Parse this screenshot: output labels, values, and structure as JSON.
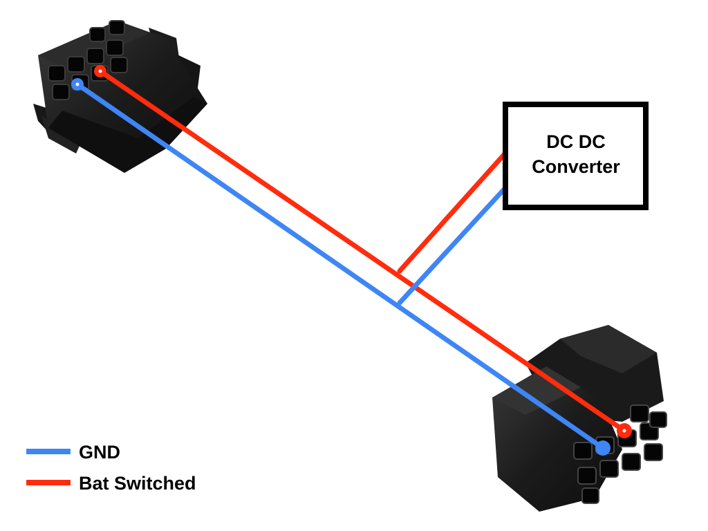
{
  "converter_box": {
    "line1": "DC DC",
    "line2": "Converter"
  },
  "legend": {
    "items": [
      {
        "label": "GND",
        "color": "#3f86f5"
      },
      {
        "label": "Bat Switched",
        "color": "#ff2c0d"
      }
    ]
  },
  "colors": {
    "gnd_wire": "#3f86f5",
    "bat_wire": "#ff2c0d",
    "connector_body": "#1e1e1e",
    "box_border": "#000000"
  },
  "icons": {
    "left_connector": "molex-8-pin-connector-icon",
    "right_connector": "molex-8-pin-connector-icon"
  }
}
